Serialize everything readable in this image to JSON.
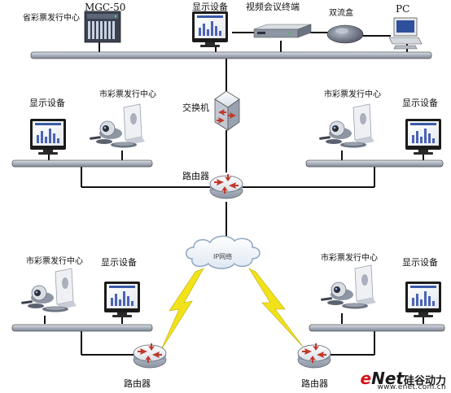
{
  "labels": {
    "provincial_center": "省彩票发行中心",
    "mcu": "MGC-50",
    "top_display": "显示设备",
    "video_terminal": "视频会议终端",
    "dual_stream_box": "双流盒",
    "pc": "PC",
    "switch": "交换机",
    "left_display": "显示设备",
    "left_city_center": "市彩票发行中心",
    "right_city_center": "市彩票发行中心",
    "right_display": "显示设备",
    "center_router": "路由器",
    "ip_network": "IP网络",
    "bottom_left_city_center": "市彩票发行中心",
    "bottom_left_display": "显示设备",
    "bottom_right_city_center": "市彩票发行中心",
    "bottom_right_display": "显示设备",
    "bottom_left_router": "路由器",
    "bottom_right_router": "路由器"
  },
  "brand": {
    "e": "e",
    "net": "Net",
    "chinese": "硅谷动力",
    "url": "www.enet.com.cn"
  },
  "colors": {
    "bus": "#aab2be",
    "bus_stroke": "#555555",
    "router_body": "#e9edf3",
    "router_arrows": "#c0392b",
    "lightning": "#f2e21a",
    "cloud": "#ffffff",
    "cloud_stroke": "#8fa6c2",
    "brand_red": "#d6131b"
  }
}
